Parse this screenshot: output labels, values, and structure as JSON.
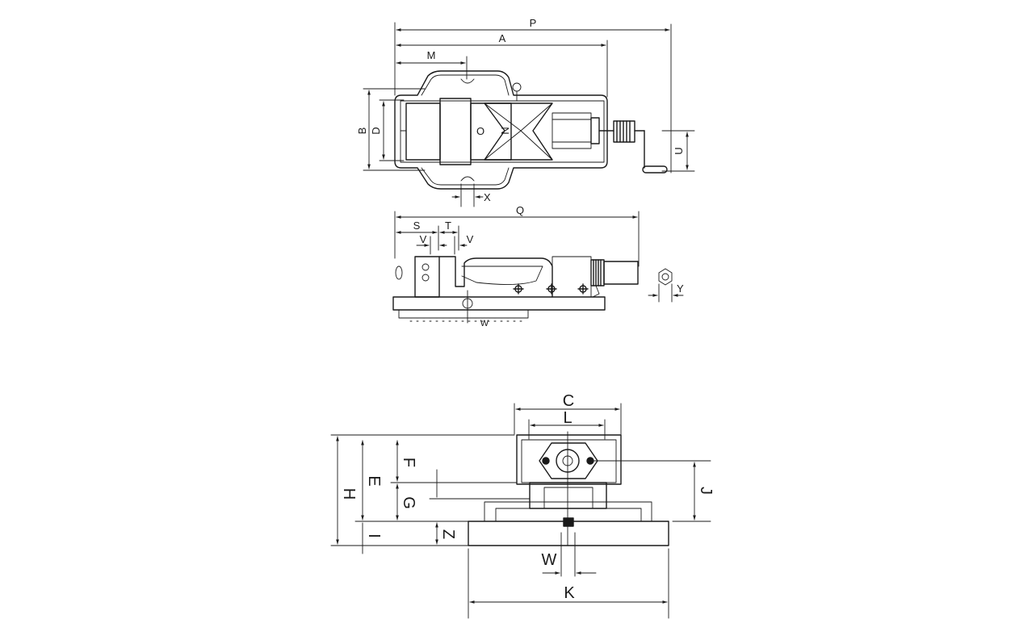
{
  "top_view": {
    "labels": {
      "P": "P",
      "A": "A",
      "M": "M",
      "B": "B",
      "D": "D",
      "U": "U",
      "X": "X",
      "O": "O",
      "N": "N"
    }
  },
  "side_view": {
    "labels": {
      "S": "S",
      "T": "T",
      "V1": "V",
      "V2": "V",
      "Q": "Q",
      "Y": "Y"
    },
    "partial_text": "W"
  },
  "front_view": {
    "labels": {
      "C": "C",
      "L": "L",
      "F": "F",
      "E": "E",
      "H": "H",
      "G": "G",
      "I": "I",
      "Z": "Z",
      "J": "J",
      "W": "W",
      "K": "K"
    }
  }
}
